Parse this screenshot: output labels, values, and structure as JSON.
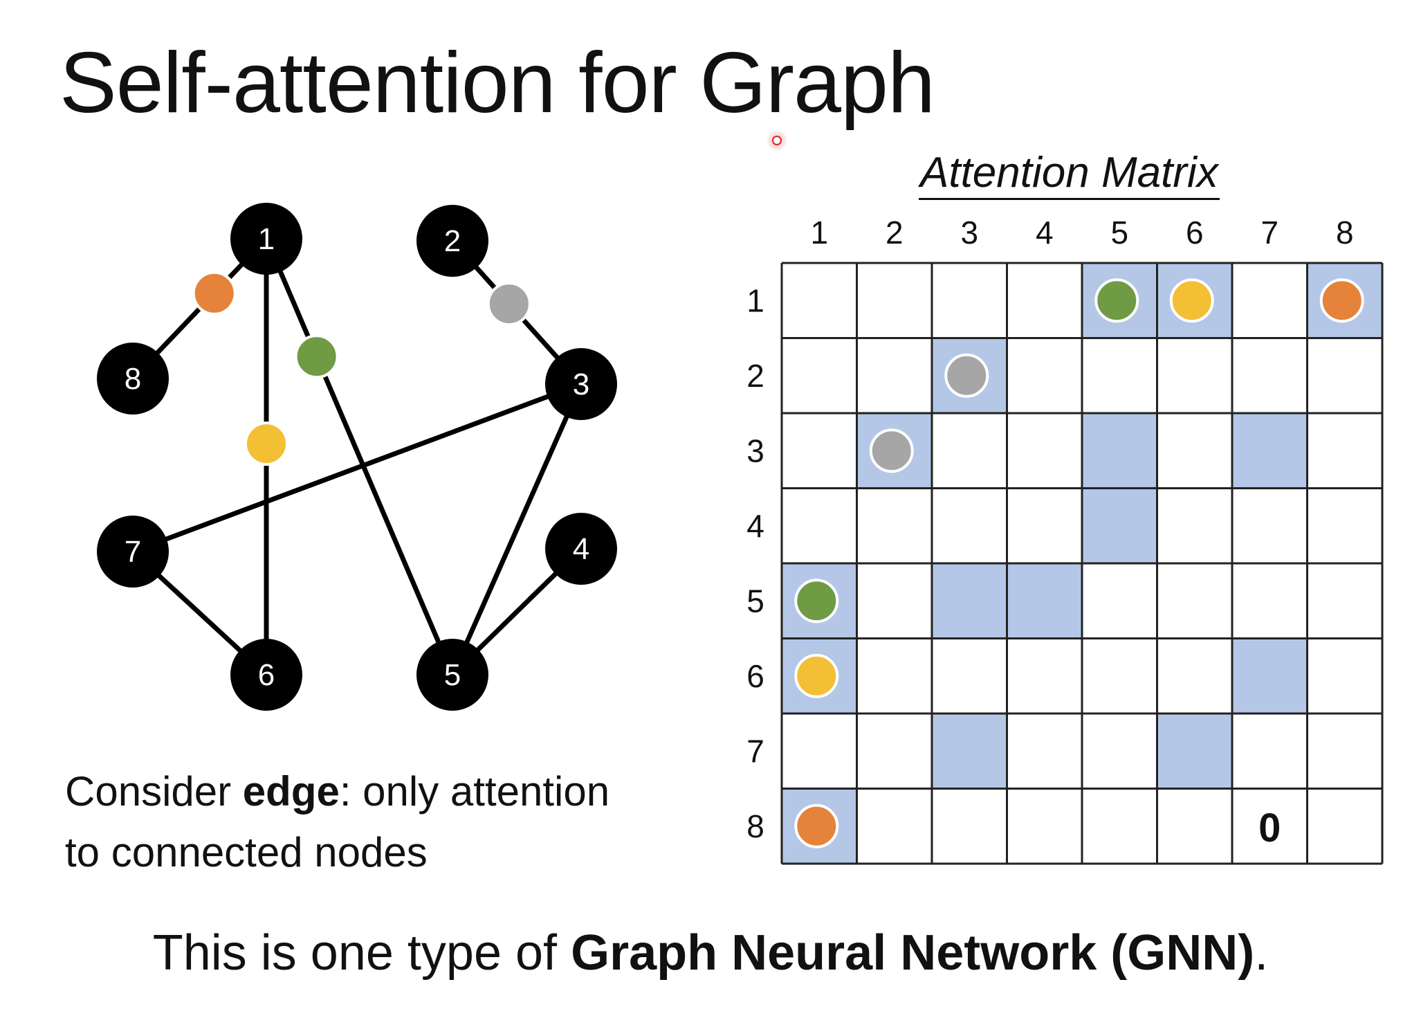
{
  "title": "Self-attention for Graph",
  "caption": {
    "pre": "Consider ",
    "bold": "edge",
    "post": ": only attention",
    "line2": "to connected nodes"
  },
  "footer": {
    "pre": "This is one type of ",
    "bold": "Graph Neural Network (GNN)",
    "post": "."
  },
  "matrix": {
    "title": "Attention Matrix",
    "col_labels": [
      "1",
      "2",
      "3",
      "4",
      "5",
      "6",
      "7",
      "8"
    ],
    "row_labels": [
      "1",
      "2",
      "3",
      "4",
      "5",
      "6",
      "7",
      "8"
    ],
    "highlighted_cells": [
      [
        1,
        5
      ],
      [
        1,
        6
      ],
      [
        1,
        8
      ],
      [
        2,
        3
      ],
      [
        3,
        2
      ],
      [
        3,
        5
      ],
      [
        3,
        7
      ],
      [
        4,
        5
      ],
      [
        5,
        1
      ],
      [
        5,
        3
      ],
      [
        5,
        4
      ],
      [
        6,
        1
      ],
      [
        6,
        7
      ],
      [
        7,
        3
      ],
      [
        7,
        6
      ],
      [
        8,
        1
      ]
    ],
    "marked_cells": [
      {
        "row": 1,
        "col": 5,
        "color": "#6f9b45"
      },
      {
        "row": 1,
        "col": 6,
        "color": "#f3bf35"
      },
      {
        "row": 1,
        "col": 8,
        "color": "#e5833b"
      },
      {
        "row": 2,
        "col": 3,
        "color": "#a6a6a6"
      },
      {
        "row": 3,
        "col": 2,
        "color": "#a6a6a6"
      },
      {
        "row": 5,
        "col": 1,
        "color": "#6f9b45"
      },
      {
        "row": 6,
        "col": 1,
        "color": "#f3bf35"
      },
      {
        "row": 8,
        "col": 1,
        "color": "#e5833b"
      }
    ],
    "zero_label": {
      "row": 8,
      "col": 7,
      "text": "0"
    },
    "highlight_color": "#b4c7e7"
  },
  "graph": {
    "nodes": [
      "1",
      "2",
      "3",
      "4",
      "5",
      "6",
      "7",
      "8"
    ],
    "edges": [
      {
        "from": "1",
        "to": "8",
        "marker_color": "#e5833b"
      },
      {
        "from": "1",
        "to": "6",
        "marker_color": "#f3bf35"
      },
      {
        "from": "1",
        "to": "5",
        "marker_color": "#6f9b45"
      },
      {
        "from": "2",
        "to": "3",
        "marker_color": "#a6a6a6"
      },
      {
        "from": "3",
        "to": "7",
        "marker_color": ""
      },
      {
        "from": "3",
        "to": "5",
        "marker_color": ""
      },
      {
        "from": "4",
        "to": "5",
        "marker_color": ""
      },
      {
        "from": "7",
        "to": "6",
        "marker_color": ""
      }
    ]
  }
}
